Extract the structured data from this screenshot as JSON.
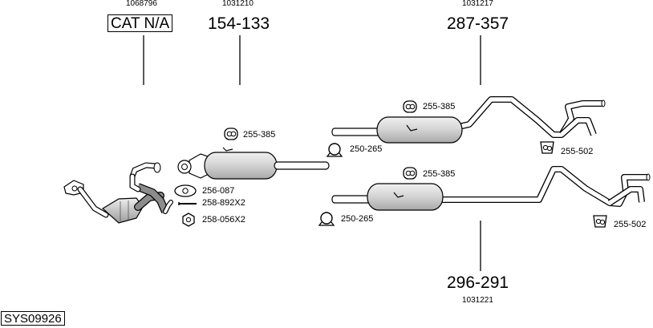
{
  "sys_code": "SYS09926",
  "assemblies": {
    "cat": {
      "ref": "1068796",
      "part": "CAT N/A"
    },
    "front_silencer": {
      "ref": "1031210",
      "part": "154-133"
    },
    "rear_upper": {
      "ref": "1031217",
      "part": "287-357"
    },
    "rear_lower": {
      "ref": "1031221",
      "part": "296-291"
    }
  },
  "accessories": {
    "hanger_front": "255-385",
    "gasket_front": "256-087",
    "bolt_front": "258-892X2",
    "nut_front": "258-056X2",
    "hanger_upper": "255-385",
    "clamp_upper": "250-265",
    "mount_upper": "255-502",
    "hanger_lower": "255-385",
    "clamp_lower": "250-265",
    "mount_lower": "255-502"
  },
  "colors": {
    "ink": "#000000",
    "pipe_fill": "#ffffff",
    "muffler_light": "#f0f0f0",
    "muffler_dark": "#a9a9a9",
    "flex_pipe": "#8c8c8c"
  }
}
